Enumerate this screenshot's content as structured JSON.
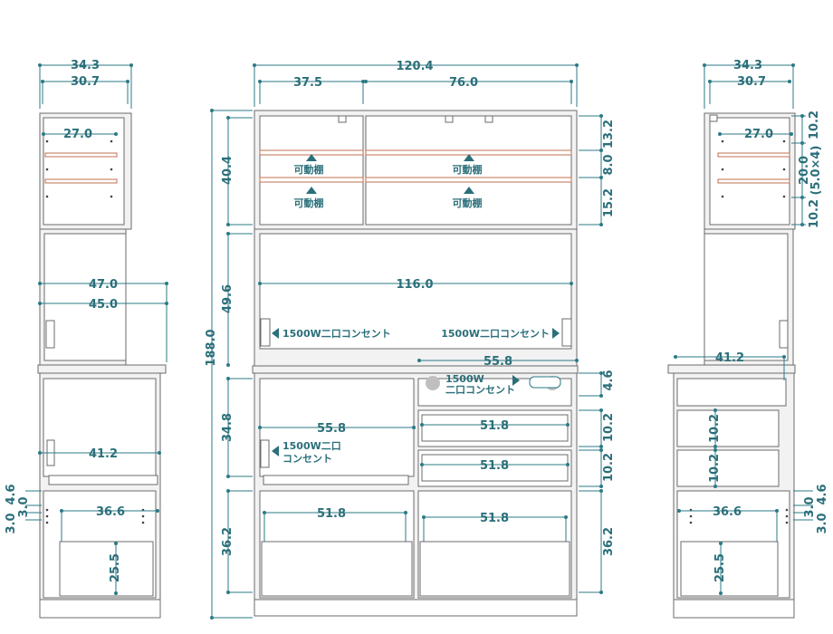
{
  "left_view": {
    "width_outer": "34.3",
    "width_inner": "30.7",
    "upper_inner": "27.0",
    "mid_outer": "47.0",
    "mid_inner": "45.0",
    "lower_width": "41.2",
    "bottom_inner": "36.6",
    "drawer_height": "25.5",
    "side_a": "4.6",
    "side_b": "3.0",
    "side_c": "3.0"
  },
  "front_view": {
    "total_width": "120.4",
    "left_width": "37.5",
    "right_width": "76.0",
    "height_total": "188.0",
    "height_upper": "40.4",
    "height_middle": "49.6",
    "height_lower": "34.8",
    "height_bottom": "36.2",
    "height_bottom_right": "36.2",
    "inner_width": "116.0",
    "shelf_h1": "13.2",
    "shelf_h2": "8.0",
    "shelf_h3": "15.2",
    "movable_shelf": "可動棚",
    "outlet_label": "1500W二口コンセント",
    "outlet_short_1": "1500W",
    "outlet_short_2": "二口コンセント",
    "outlet_two_line_1": "1500W二口",
    "outlet_two_line_2": "コンセント",
    "counter_width": "55.8",
    "counter_width_2": "55.8",
    "drawer_w1": "51.8",
    "drawer_w2": "51.8",
    "drawer_w3": "51.8",
    "drawer_w4": "51.8",
    "right_h1": "4.6",
    "right_h2": "10.2",
    "right_h3": "10.2"
  },
  "right_view": {
    "width_outer": "34.3",
    "width_inner": "30.7",
    "upper_inner": "27.0",
    "h_top": "10.2",
    "h_mid": "20.0",
    "h_mid_note": "(5.0×4)",
    "h_bot": "10.2",
    "lower_width": "41.2",
    "drawer_h1": "10.2",
    "drawer_h2": "10.2",
    "bottom_inner": "36.6",
    "drawer_height": "25.5",
    "side_a": "4.6",
    "side_b": "3.0",
    "side_c": "3.0"
  }
}
